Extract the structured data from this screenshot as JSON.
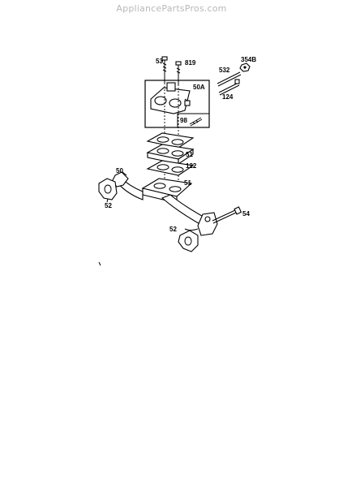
{
  "watermark": "AppliancePartsPros.com",
  "callouts": {
    "p53": "53",
    "p819": "819",
    "p354b": "354B",
    "p532": "532",
    "p124": "124",
    "p50a": "50A",
    "p98": "98",
    "p51_top": "51",
    "p122": "122",
    "p51_bottom": "51",
    "p50": "50",
    "p52_left": "52",
    "p54": "54",
    "p52_right": "52"
  }
}
